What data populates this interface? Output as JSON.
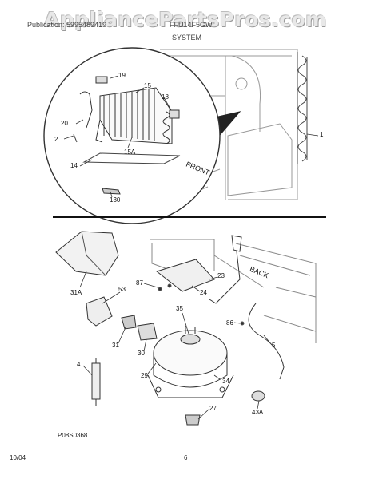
{
  "watermark": "AppliancePartsPros.com",
  "header": {
    "left": "Publication: 5995489419",
    "model": "FFU14F5GW",
    "section": "SYSTEM"
  },
  "callouts": {
    "c1": "1",
    "c2": "2",
    "c4": "4",
    "c5": "5",
    "c14": "14",
    "c15": "15",
    "c15a": "15A",
    "c18": "18",
    "c19": "19",
    "c20": "20",
    "c23": "23",
    "c24": "24",
    "c27": "27",
    "c29": "29",
    "c30": "30",
    "c31": "31",
    "c31a": "31A",
    "c34": "34",
    "c35": "35",
    "c43a": "43A",
    "c53": "53",
    "c86": "86",
    "c87": "87",
    "c130": "130"
  },
  "markings": {
    "front": "FRONT",
    "back": "BACK"
  },
  "figure_id": "P08S0368",
  "footer": {
    "date": "10/04",
    "page": "6"
  }
}
